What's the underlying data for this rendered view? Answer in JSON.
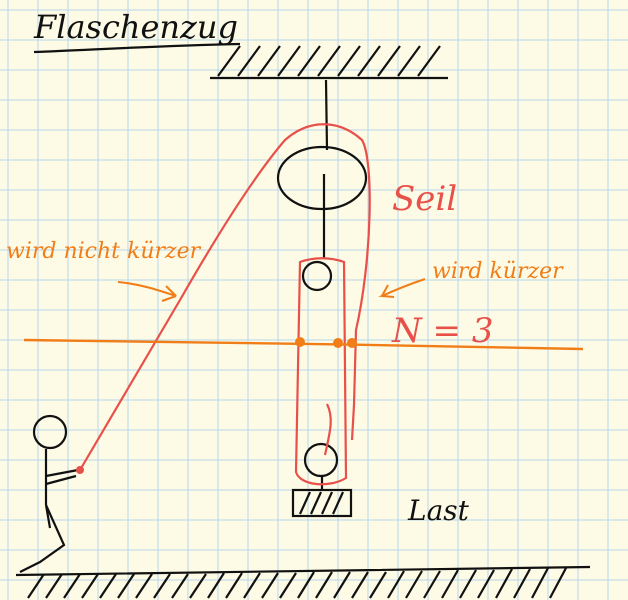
{
  "title": "Flaschenzug",
  "labels": {
    "rope": "Seil",
    "not_shorter": "wird nicht kürzer",
    "shorter": "wird kürzer",
    "n_equals": "N = 3",
    "load": "Last"
  },
  "colors": {
    "paper": "#fdfbe6",
    "grid": "#b7d7ea",
    "ink": "#111111",
    "rope": "#e8504a",
    "marker": "#f07d18"
  }
}
